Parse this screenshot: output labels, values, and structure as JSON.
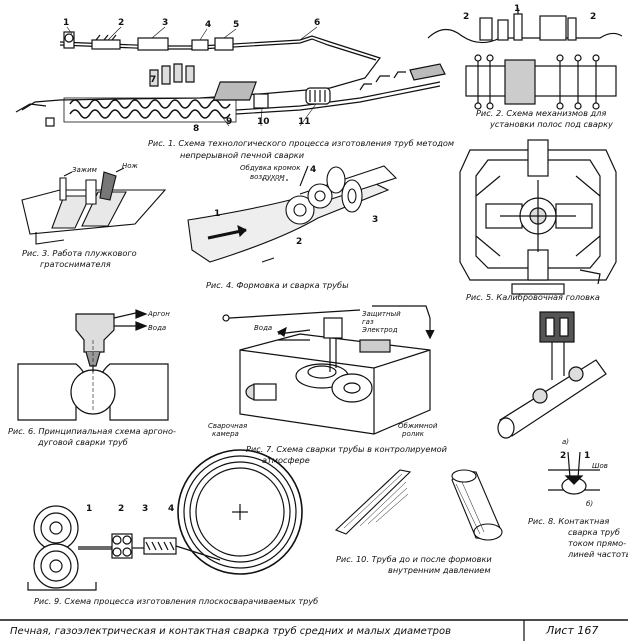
{
  "figures": {
    "fig1": {
      "caption_line1": "Рис. 1.  Схема технологического процесса изготовления труб методом",
      "caption_line2": "непрерывной печной сварки",
      "callouts": [
        "1",
        "2",
        "3",
        "4",
        "5",
        "6",
        "7",
        "8",
        "9",
        "10",
        "11"
      ]
    },
    "fig2": {
      "caption_line1": "Рис. 2.  Схема механизмов для",
      "caption_line2": "установки полос под сварку",
      "callouts": [
        "2",
        "1",
        "2"
      ]
    },
    "fig3": {
      "caption_line1": "Рис. 3. Работа плужкового",
      "caption_line2": "гратоснимателя",
      "label_clamp": "Зажим",
      "label_knife": "Нож"
    },
    "fig4": {
      "caption": "Рис. 4.  Формовка и сварка трубы",
      "label_blow_line1": "Обдувка кромок",
      "label_blow_line2": "воздухом",
      "callouts": [
        "1",
        "2",
        "3",
        "4"
      ]
    },
    "fig5": {
      "caption": "Рис. 5.  Калибровочная головка"
    },
    "fig6": {
      "caption_line1": "Рис. 6.   Принципиальная схема аргоно-",
      "caption_line2": "дуговой сварки труб",
      "label_argon": "Аргон",
      "label_water": "Вода"
    },
    "fig7": {
      "caption_line1": "Рис. 7.  Схема сварки трубы в контролируемой",
      "caption_line2": "атмосфере",
      "label_shield_line1": "Защитный",
      "label_shield_line2": "газ",
      "label_electrode": "Электрод",
      "label_water": "Вода",
      "label_chamber_line1": "Сварочная",
      "label_chamber_line2": "камера",
      "label_rolls_line1": "Обжимной",
      "label_rolls_line2": "ролик"
    },
    "fig8": {
      "label_a": "а)",
      "label_b": "б)",
      "callouts": [
        "2",
        "1"
      ],
      "label_seam": "Шов",
      "caption_line1": "Рис. 8.  Контактная",
      "caption_line2": "сварка труб",
      "caption_line3": "током прямо-",
      "caption_line4": "линей частоты"
    },
    "fig9": {
      "caption": "Рис. 9.  Схема процесса изготовления плоскосварачиваемых труб",
      "callouts": [
        "1",
        "2",
        "3",
        "4"
      ]
    },
    "fig10": {
      "caption_line1": "Рис. 10.  Труба до и после формовки",
      "caption_line2": "внутренним давлением"
    }
  },
  "footer": {
    "title": "Печная, газоэлектрическая и контактная сварка труб средних и малых диаметров",
    "sheet": "Лист 167"
  }
}
